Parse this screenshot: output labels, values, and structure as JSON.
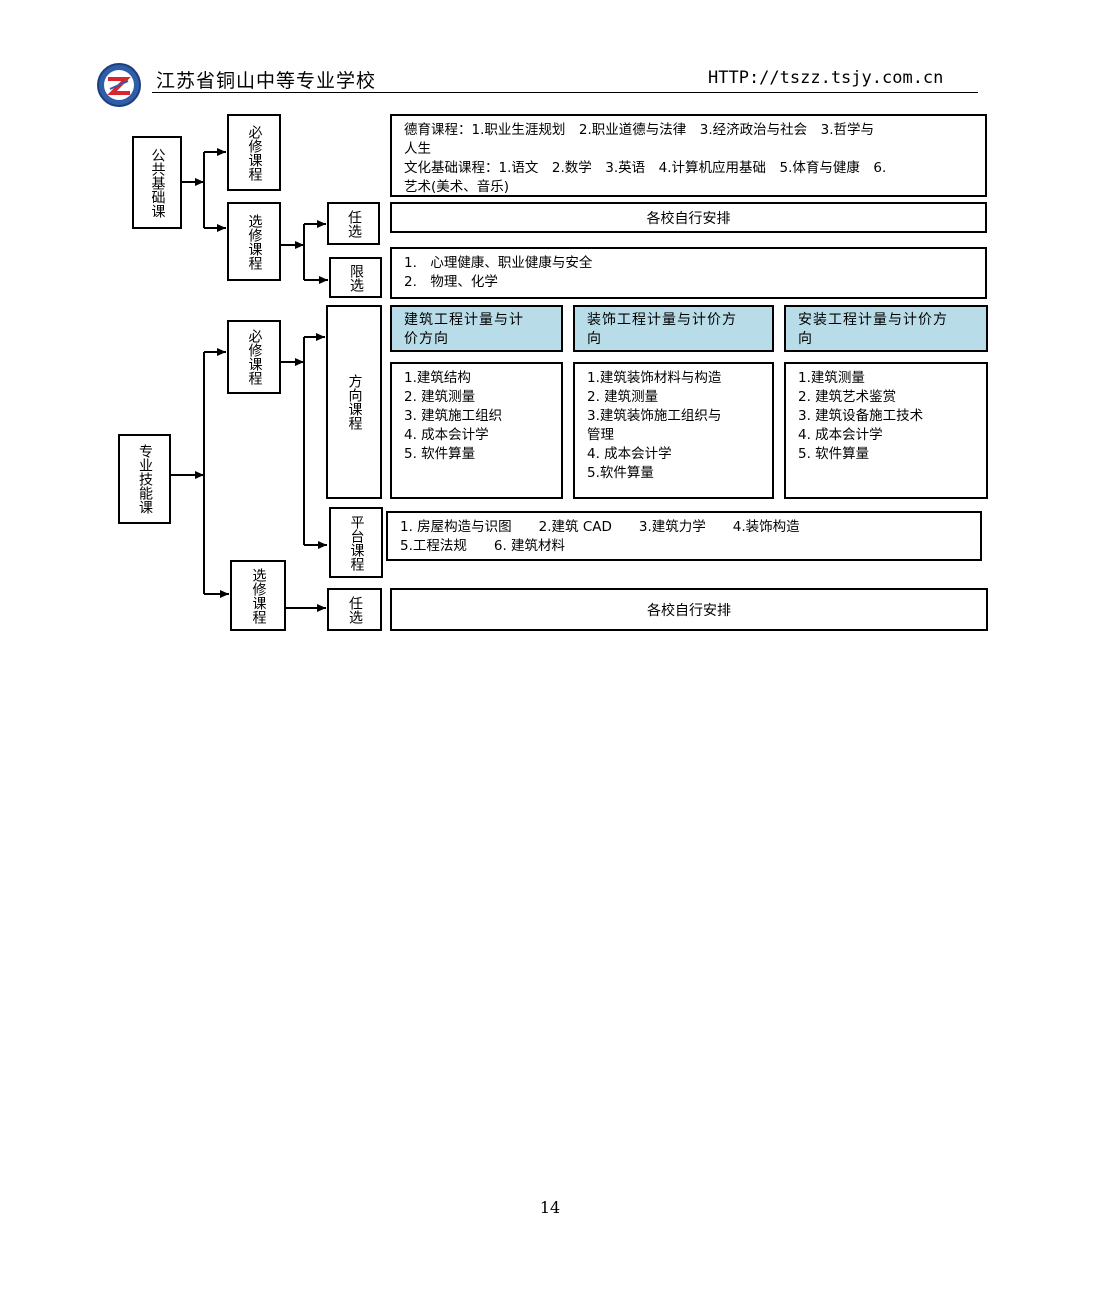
{
  "header": {
    "school_name": "江苏省铜山中等专业学校",
    "url": "HTTP://tszz.tsjy.com.cn"
  },
  "public_foundation": {
    "label": "公共基础课",
    "required": {
      "label": "必修课程",
      "line1": "德育课程：1.职业生涯规划　2.职业道德与法律　3.经济政治与社会　3.哲学与",
      "line2": "人生",
      "line3": "文化基础课程：1.语文　2.数学　3.英语　4.计算机应用基础　5.体育与健康　6.",
      "line4": "艺术(美术、音乐)"
    },
    "elective": {
      "label": "选修课程",
      "free": {
        "label": "任选",
        "text": "各校自行安排"
      },
      "limited": {
        "label": "限选",
        "items": [
          "1.　心理健康、职业健康与安全",
          "2.　物理、化学"
        ]
      }
    }
  },
  "professional": {
    "label": "专业技能课",
    "required": {
      "label": "必修课程",
      "direction": {
        "label": "方向课程",
        "columns": [
          {
            "title_line1": "建筑工程计量与计",
            "title_line2": "价方向",
            "items": [
              "1.建筑结构",
              "2.  建筑测量",
              "3.  建筑施工组织",
              "4.  成本会计学",
              "5.  软件算量"
            ]
          },
          {
            "title_line1": "装饰工程计量与计价方",
            "title_line2": "向",
            "items": [
              "1.建筑装饰材料与构造",
              "2.  建筑测量",
              "3.建筑装饰施工组织与",
              "管理",
              "4.  成本会计学",
              "5.软件算量"
            ]
          },
          {
            "title_line1": "安装工程计量与计价方",
            "title_line2": "向",
            "items": [
              "1.建筑测量",
              "2.  建筑艺术鉴赏",
              "3.  建筑设备施工技术",
              "4.  成本会计学",
              "5.  软件算量"
            ]
          }
        ]
      },
      "platform": {
        "label": "平台课程",
        "line1": "1.  房屋构造与识图　　2.建筑 CAD　　3.建筑力学　　4.装饰构造",
        "line2": "5.工程法规　　6.  建筑材料"
      }
    },
    "elective": {
      "label": "选修课程",
      "free": {
        "label": "任选",
        "text": "各校自行安排"
      }
    }
  },
  "page_number": "14"
}
